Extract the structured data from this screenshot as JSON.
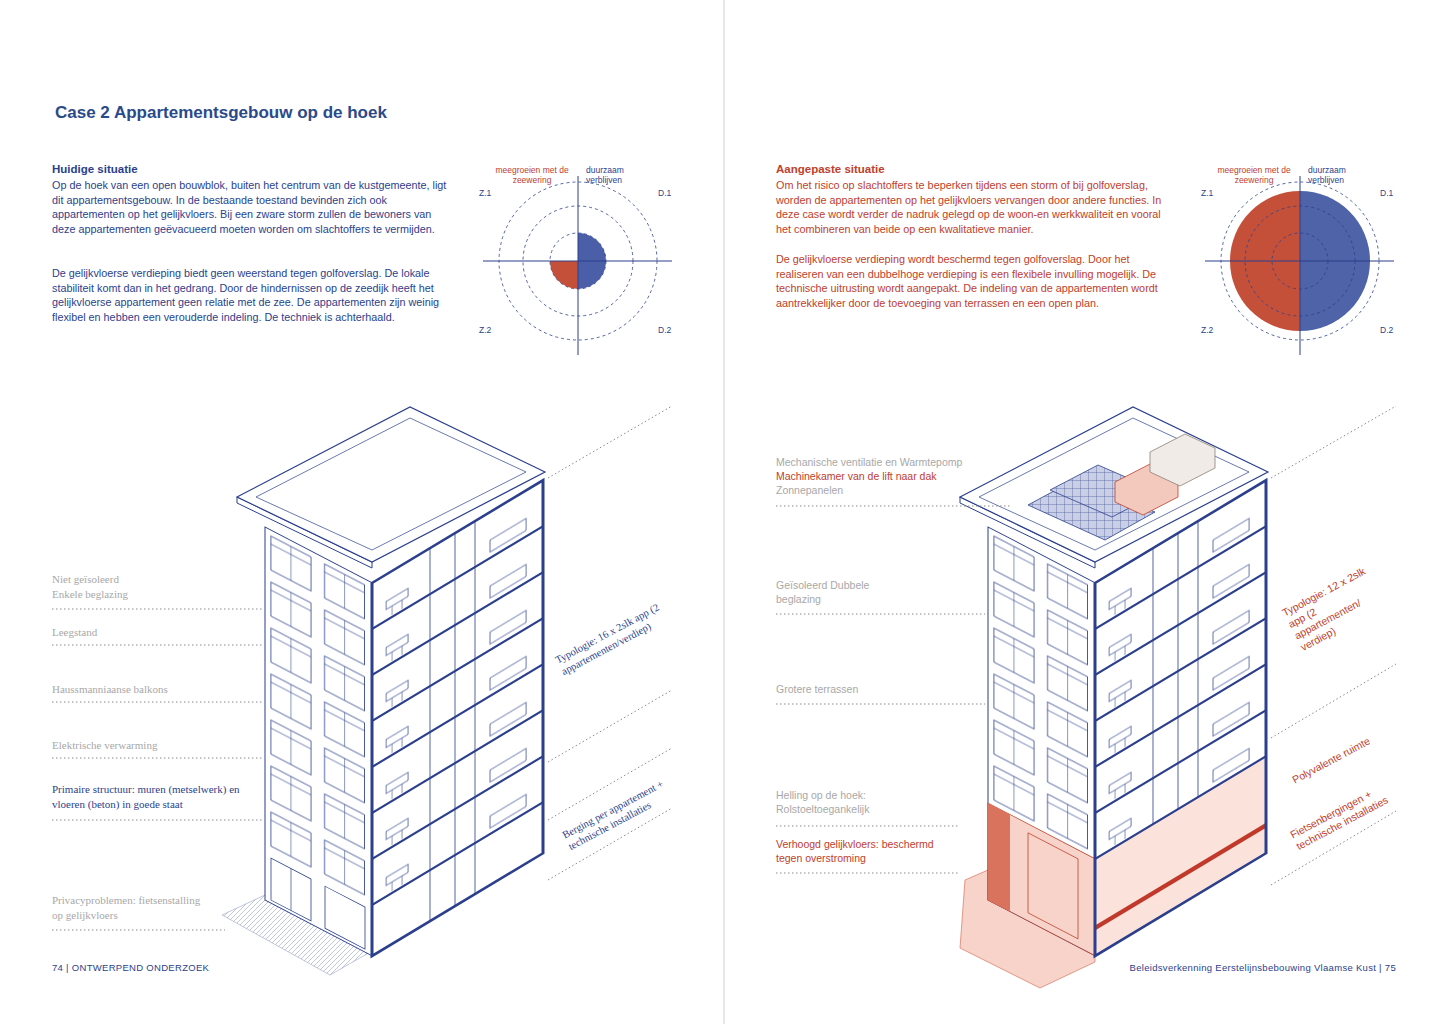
{
  "diagram": {
    "title": "Case 2 Appartementsgebouw op de hoek",
    "labels": [
      "Huidige situatie",
      "Op de hoek van een open bouwblok, buiten het centrum van de kustgemeente, ligt dit appartementsgebouw. In de bestaande toestand bevinden zich ook appartementen op het gelijkvloers. Bij een zware storm zullen de bewoners van deze appartementen geëvacueerd moeten worden om slachtoffers te vermijden.",
      "De gelijkvloerse verdieping biedt geen weerstand tegen golfoverslag. De lokale stabiliteit komt dan in het gedrang. Door de hindernissen op de zeedijk heeft het gelijkvloerse appartement geen relatie met de zee. De appartementen zijn weinig flexibel en hebben een verouderde indeling. De techniek is achterhaald.",
      "meegroeien met de zeewering",
      "duurzaam verblijven",
      "Z.1",
      "D.1",
      "Z.2",
      "D.2",
      "Niet geïsoleerd Enkele beglazing",
      "Leegstand",
      "Haussmanniaanse balkons",
      "Elektrische verwarming",
      "Primaire structuur: muren (metselwerk) en vloeren (beton) in goede staat",
      "Privacyproblemen: fietsenstalling op gelijkvloers",
      "Typologie: 16 x 2slk app (2 appartementen/verdiep)",
      "Berging per appartement + technische installaties",
      "74 | ONTWERPEND ONDERZOEK",
      "Aangepaste situatie",
      "Om het risico op slachtoffers te beperken tijdens een storm of bij golfoverslag, worden de appartementen op het gelijkvloers vervangen door andere functies. In deze case wordt verder de nadruk gelegd op de woon-en werkkwaliteit en vooral het combineren van beide op een kwalitatieve manier.",
      "De gelijkvloerse verdieping wordt beschermd tegen golfoverslag. Door het realiseren van een dubbelhoge verdieping is een flexibele invulling mogelijk. De technische uitrusting wordt aangepakt. De indeling van de appartementen wordt aantrekkelijker door de toevoeging van terrassen en een open plan.",
      "meegroeien met de zeewering",
      "duurzaam verblijven",
      "Z.1",
      "D.1",
      "Z.2",
      "D.2",
      "Mechanische ventilatie en Warmtepomp",
      "Machinekamer van de lift naar dak",
      "Zonnepanelen",
      "Geïsoleerd Dubbele beglazing",
      "Grotere terrassen",
      "Helling op de hoek: Rolstoeltoegankelijk",
      "Verhoogd gelijkvloers: beschermd tegen overstroming",
      "Typologie: 12 x 2slk app (2 appartementen/ verdiep)",
      "Polyvalente ruimte",
      "Fietsenbergingen + technische installaties",
      "Beleidsverkenning Eerstelijnsbebouwing Vlaamse Kust | 75"
    ]
  }
}
